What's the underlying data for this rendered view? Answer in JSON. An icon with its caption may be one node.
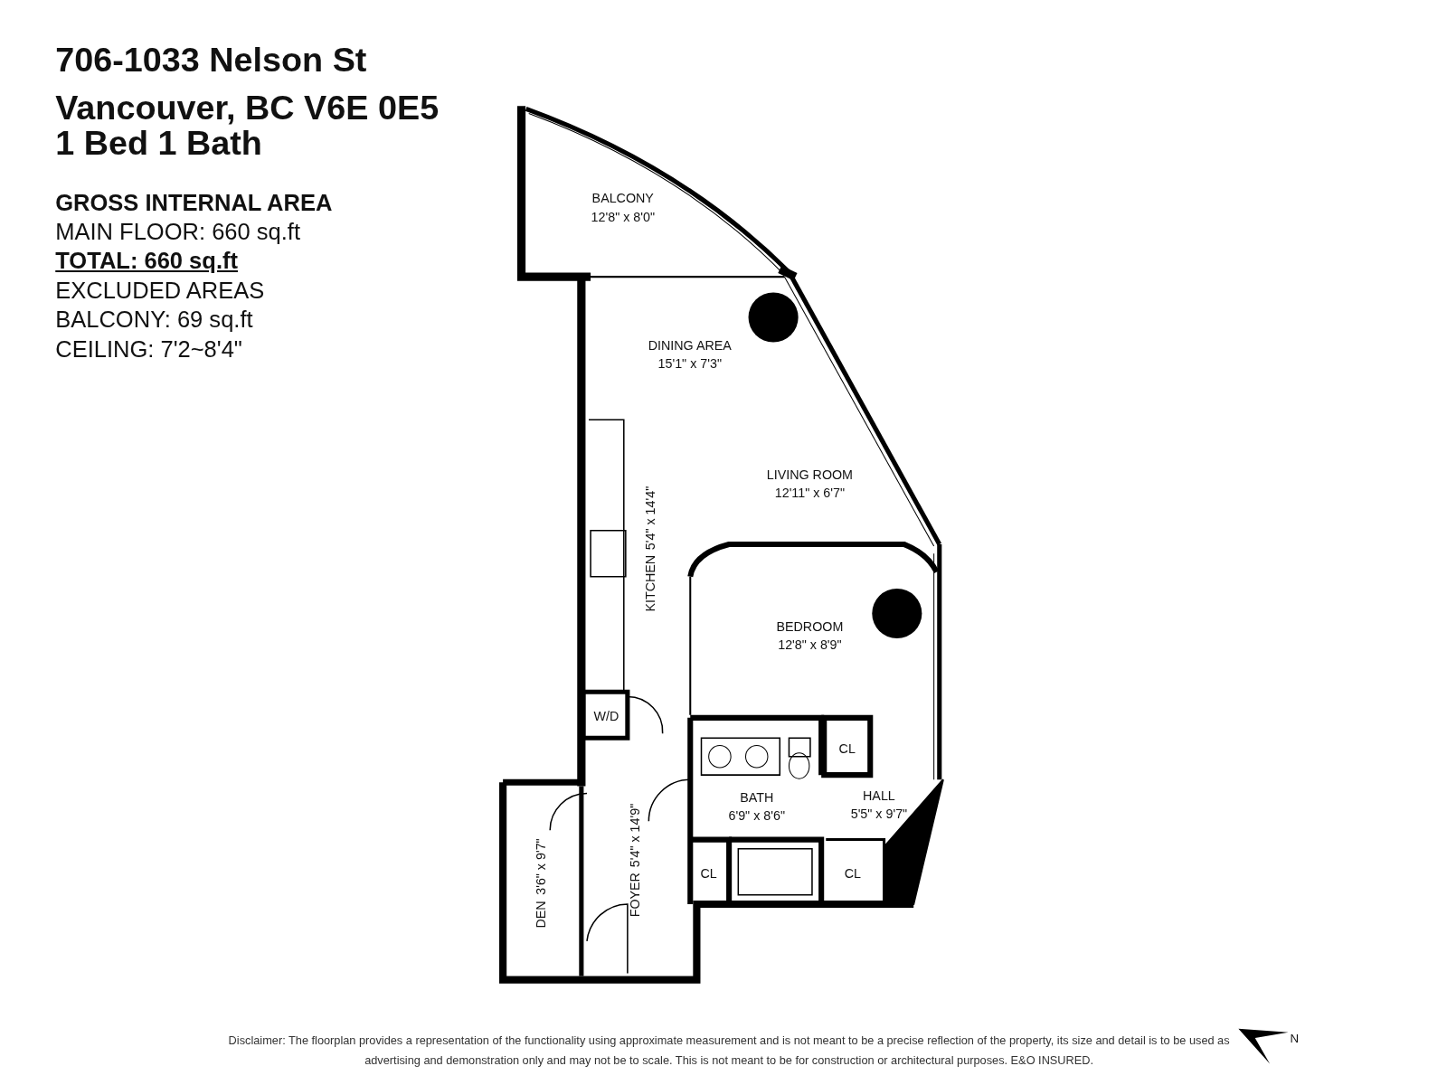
{
  "diagram": {
    "title": "706-1033 Nelson St",
    "nodes": [
      {
        "text": [
          "BALCONY",
          "12'8\" x 8'0\""
        ]
      },
      {
        "text": [
          "DINING AREA",
          "15'1\" x 7'3\""
        ]
      },
      {
        "text": [
          "LIVING ROOM",
          "12'11\" x 6'7\""
        ]
      },
      {
        "text": [
          "KITCHEN",
          "5'4\" x 14'4\""
        ]
      },
      {
        "text": [
          "BEDROOM",
          "12'8\" x 8'9\""
        ]
      },
      {
        "text": [
          "W/D"
        ]
      },
      {
        "text": [
          "CL"
        ]
      },
      {
        "text": [
          "BATH",
          "6'9\" x 8'6\""
        ]
      },
      {
        "text": [
          "HALL",
          "5'5\" x 9'7\""
        ]
      },
      {
        "text": [
          "DEN",
          "3'6\" x 9'7\""
        ]
      },
      {
        "text": [
          "FOYER",
          "5'4\" x 14'9\""
        ]
      },
      {
        "text": [
          "CL"
        ]
      },
      {
        "text": [
          "CL"
        ]
      }
    ],
    "labels": [
      "Vancouver, BC V6E 0E5",
      "1 Bed 1 Bath",
      "GROSS INTERNAL AREA",
      "MAIN FLOOR: 660 sq.ft",
      "TOTAL: 660 sq.ft",
      "EXCLUDED AREAS",
      "BALCONY: 69 sq.ft",
      "CEILING: 7'2~8'4\"",
      "N"
    ],
    "caption": "Disclaimer: The floorplan provides a representation of the functionality using approximate measurement and is not meant to be a precise reflection of the property, its size and detail is to be used as advertising and demonstration only and may not be to scale. This is not meant to be for construction or architectural purposes. E&O INSURED."
  }
}
